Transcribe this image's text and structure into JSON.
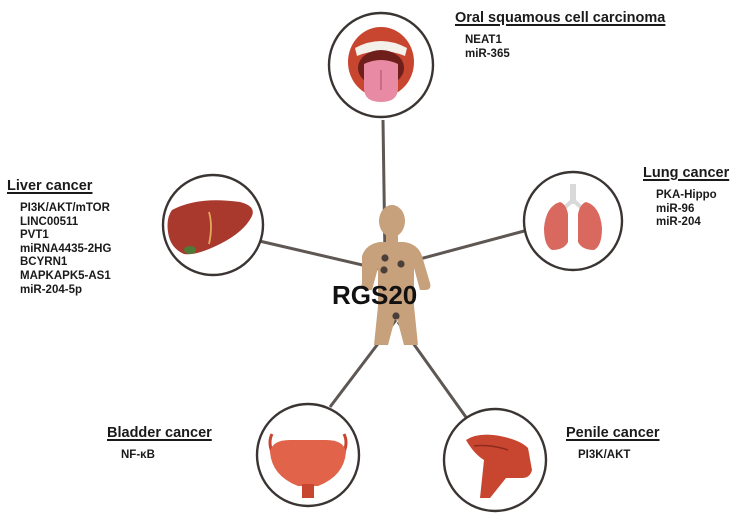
{
  "center": {
    "label": "RGS20"
  },
  "cancers": [
    {
      "id": "oral",
      "title": "Oral squamous cell carcinoma",
      "items": [
        "NEAT1",
        "miR-365"
      ]
    },
    {
      "id": "liver",
      "title": "Liver cancer",
      "items": [
        "PI3K/AKT/mTOR",
        "LINC00511",
        "PVT1",
        "miRNA4435-2HG",
        "BCYRN1",
        "MAPKAPK5-AS1",
        "miR-204-5p"
      ]
    },
    {
      "id": "lung",
      "title": "Lung cancer",
      "items": [
        "PKA-Hippo",
        "miR-96",
        "miR-204"
      ]
    },
    {
      "id": "bladder",
      "title": "Bladder cancer",
      "items": [
        "NF-κB"
      ]
    },
    {
      "id": "penile",
      "title": "Penile cancer",
      "items": [
        "PI3K/AKT"
      ]
    }
  ],
  "colors": {
    "body": "#c7a07c",
    "connector": "#5e5753",
    "circle_stroke": "#3a3532",
    "organ_red": "#c8452f",
    "tongue_pink": "#e88aa3"
  },
  "icons": {
    "oral": "mouth-tongue-icon",
    "liver": "liver-icon",
    "lung": "lungs-icon",
    "bladder": "bladder-icon",
    "penile": "penis-icon"
  }
}
